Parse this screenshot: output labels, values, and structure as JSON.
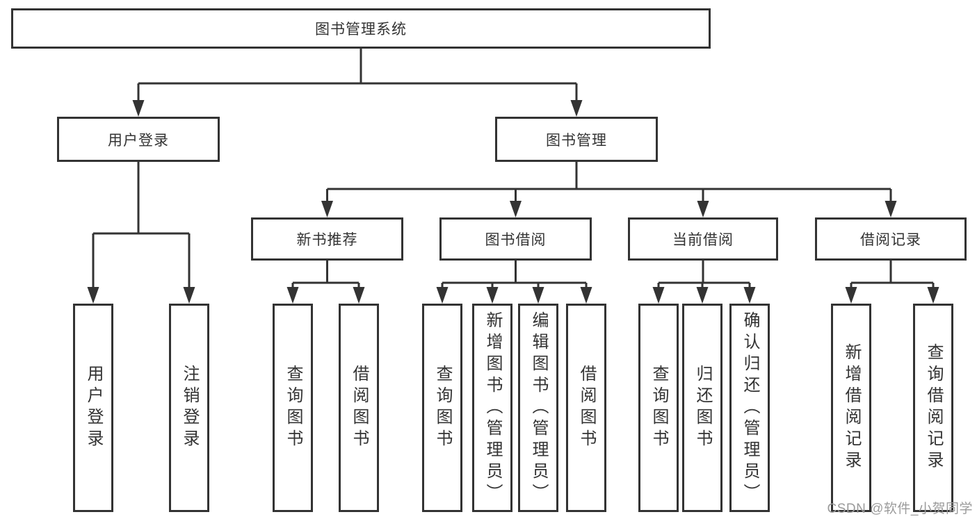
{
  "diagram": {
    "root": {
      "label": "图书管理系统"
    },
    "branches": [
      {
        "label": "用户登录"
      },
      {
        "label": "图书管理"
      }
    ],
    "modules": [
      {
        "label": "新书推荐"
      },
      {
        "label": "图书借阅"
      },
      {
        "label": "当前借阅"
      },
      {
        "label": "借阅记录"
      }
    ],
    "leaves": [
      {
        "label": "用户登录"
      },
      {
        "label": "注销登录"
      },
      {
        "label": "查询图书"
      },
      {
        "label": "借阅图书"
      },
      {
        "label": "查询图书"
      },
      {
        "label": "新增图书（管理员）"
      },
      {
        "label": "编辑图书（管理员）"
      },
      {
        "label": "借阅图书"
      },
      {
        "label": "查询图书"
      },
      {
        "label": "归还图书"
      },
      {
        "label": "确认归还（管理员）"
      },
      {
        "label": "新增借阅记录"
      },
      {
        "label": "查询借阅记录"
      }
    ]
  },
  "watermark": {
    "text": "CSDN @软件_小贺同学"
  },
  "colors": {
    "line": "#333333",
    "box_border": "#333333",
    "box_fill": "#ffffff",
    "text": "#333333",
    "watermark": "#9b9b9b",
    "background": "#ffffff"
  }
}
